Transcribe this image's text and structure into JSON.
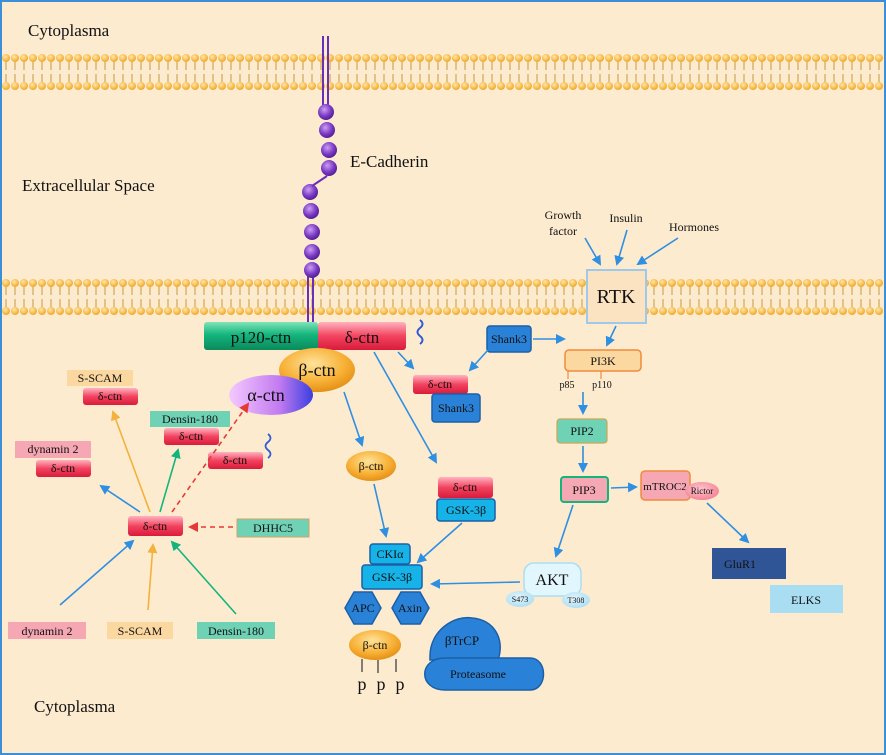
{
  "regions": {
    "cytoplasm_top": "Cytoplasma",
    "extracellular": "Extracellular Space",
    "cytoplasm_bottom": "Cytoplasma"
  },
  "membrane_proteins": {
    "ecadherin": "E-Cadherin",
    "p120": "p120-ctn",
    "delta_top": "δ-ctn",
    "beta_main": "β-ctn",
    "alpha": "α-ctn"
  },
  "left_cluster": {
    "sscam_top": "S-SCAM",
    "delta_sscam": "δ-ctn",
    "densin_top": "Densin-180",
    "delta_densin": "δ-ctn",
    "dynamin_top": "dynamin 2",
    "delta_dynamin": "δ-ctn",
    "delta_palm": "δ-ctn",
    "delta_center": "δ-ctn",
    "dhhc5": "DHHC5",
    "dynamin_bottom": "dynamin 2",
    "sscam_bottom": "S-SCAM",
    "densin_bottom": "Densin-180"
  },
  "middle": {
    "delta_shank": "δ-ctn",
    "shank3_complex": "Shank3",
    "shank3": "Shank3",
    "beta_free": "β-ctn",
    "delta_gsk": "δ-ctn",
    "gsk_pair": "GSK-3β"
  },
  "destruction_complex": {
    "ck1a": "CKIα",
    "gsk": "GSK-3β",
    "apc": "APC",
    "axin": "Axin",
    "beta": "β-ctn",
    "phospho": [
      "p",
      "p",
      "p"
    ],
    "btrcp": "βTrCP",
    "proteasome": "Proteasome"
  },
  "pathway": {
    "growth": [
      "Growth",
      "factor"
    ],
    "insulin": "Insulin",
    "hormones": "Hormones",
    "rtk": "RTK",
    "pi3k": "PI3K",
    "p85": "p85",
    "p110": "p110",
    "pip2": "PIP2",
    "pip3": "PIP3",
    "mtorc2": "mTROC2",
    "rictor": "Rictor",
    "akt": "AKT",
    "s473": "S473",
    "t308": "T308",
    "glur1": "GluR1",
    "elks": "ELKS"
  },
  "colors": {
    "background": "#fdebd0",
    "border": "#3b8fd9",
    "arrow_blue": "#2f8fe0",
    "arrow_orange": "#f2b23d",
    "arrow_green": "#14b57c",
    "arrow_red": "#e53935",
    "ctn_red": "#ef3b57",
    "beta_orange": "#f5a623",
    "shank_blue": "#2a82d8",
    "gsk_cyan": "#16b3e8",
    "label_pink": "#f5a7b3",
    "label_peach": "#fcd8a1",
    "label_teal": "#6fd2b5",
    "glur_navy": "#2f5597",
    "elks_cyan": "#a9def2"
  }
}
